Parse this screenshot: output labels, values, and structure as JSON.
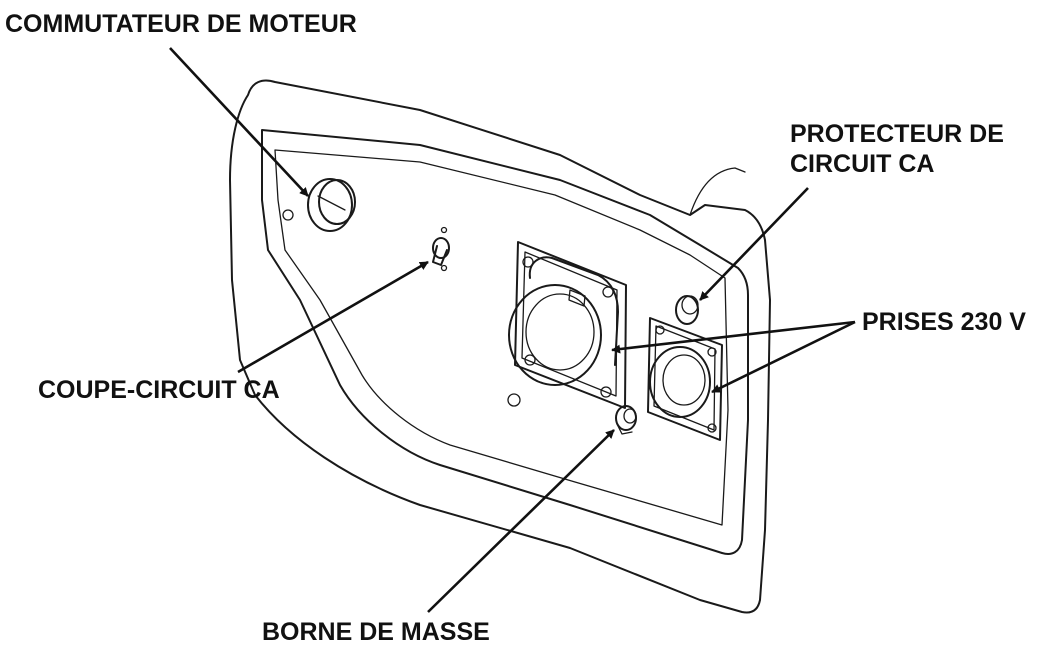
{
  "labels": {
    "engine_switch": "COMMUTATEUR DE MOTEUR",
    "ac_protector_line1": "PROTECTEUR DE",
    "ac_protector_line2": "CIRCUIT CA",
    "ac_breaker": "COUPE-CIRCUIT CA",
    "receptacles": "PRISES 230 V",
    "ground_terminal": "BORNE DE MASSE"
  },
  "colors": {
    "ink": "#111111",
    "background": "#ffffff"
  }
}
